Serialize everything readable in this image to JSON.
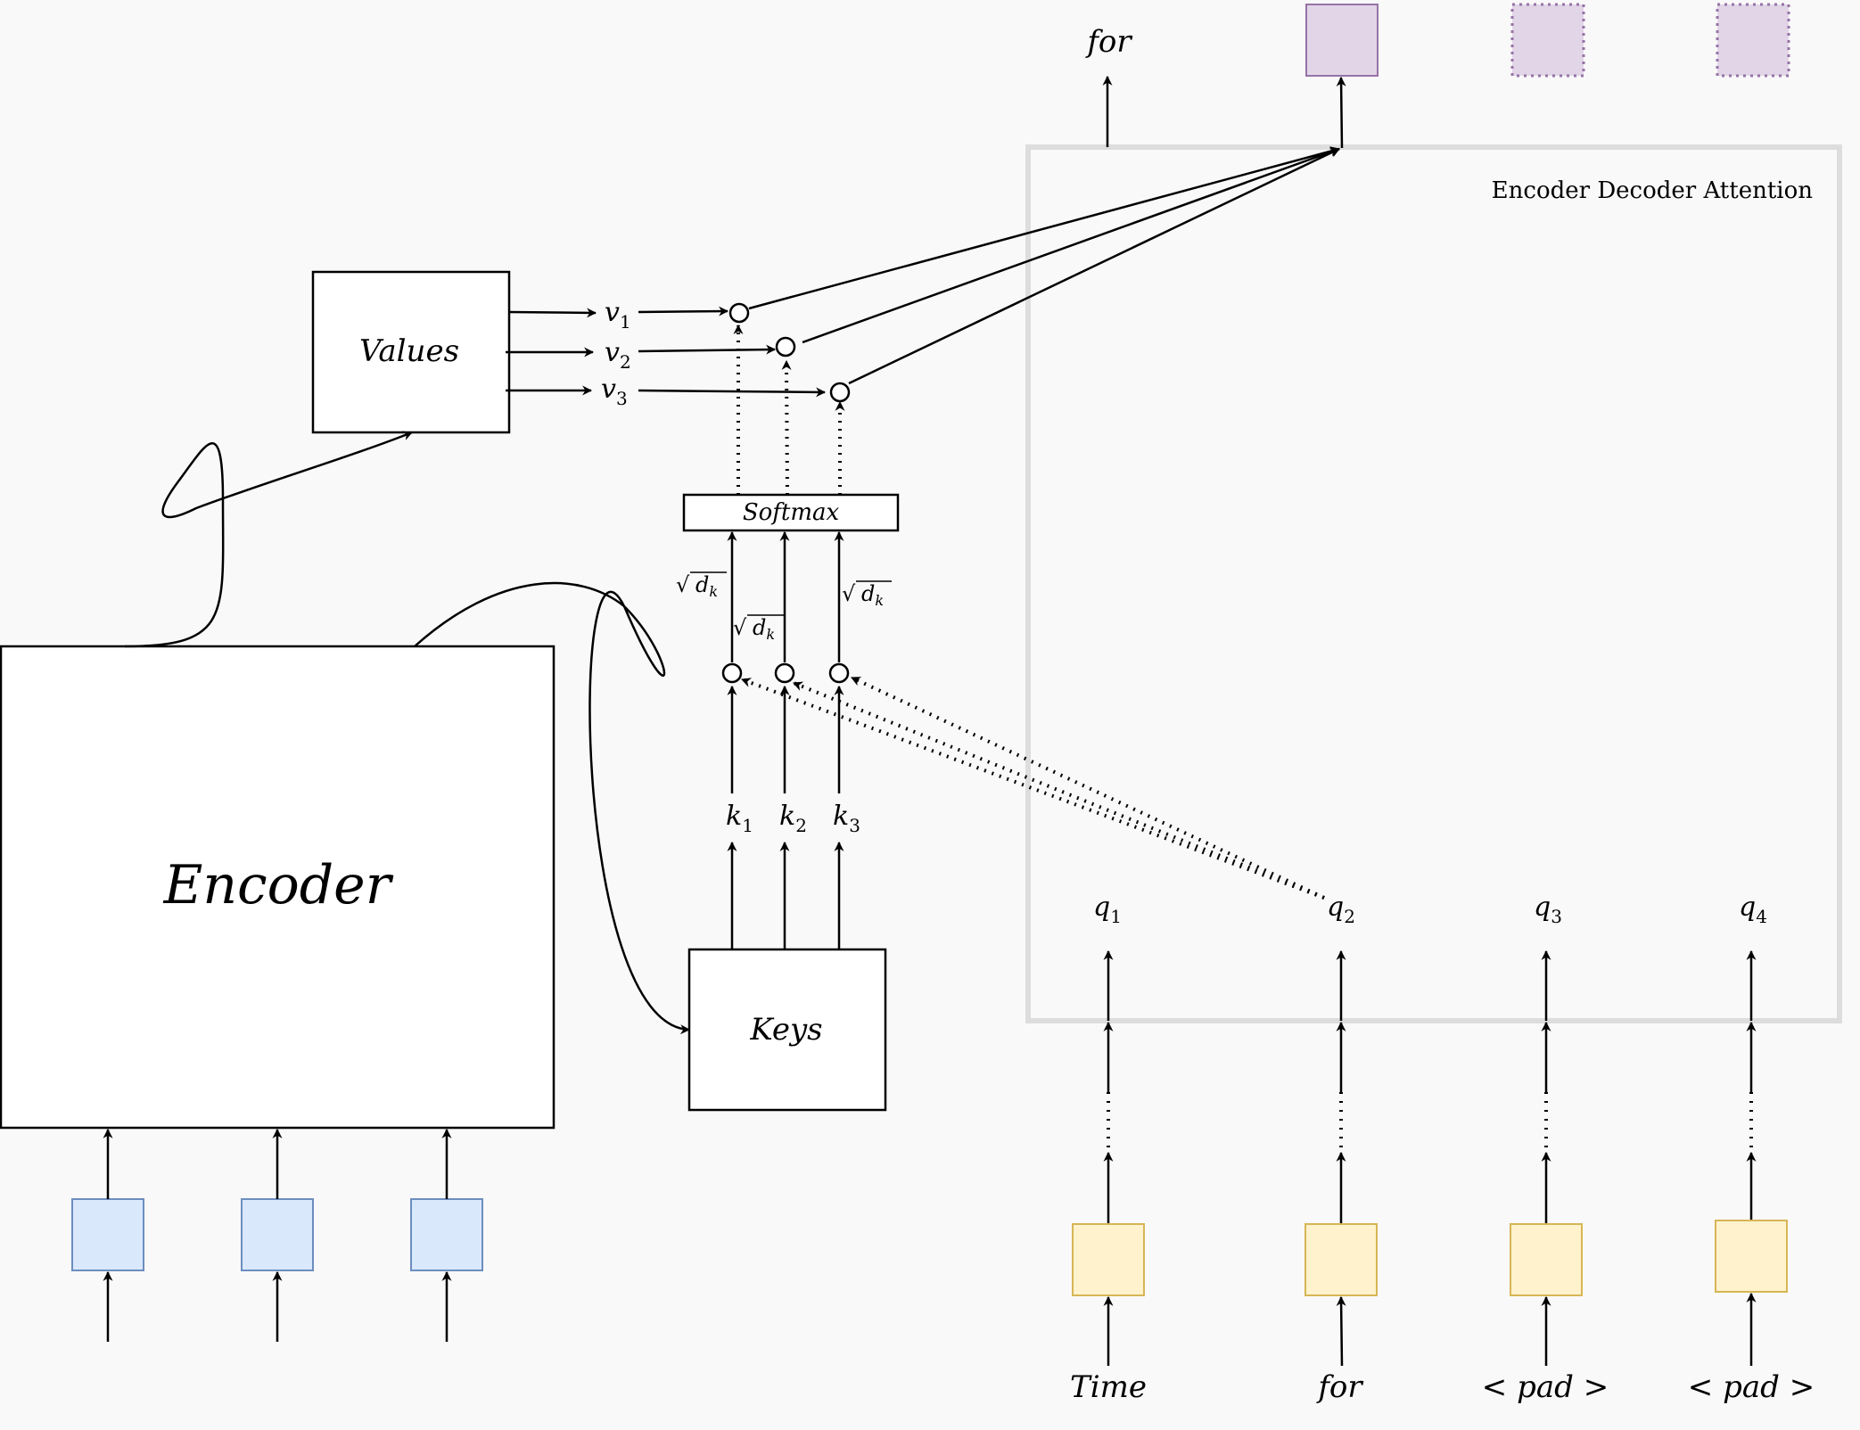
{
  "encoder": {
    "label": "Encoder"
  },
  "values_box": {
    "label": "Values"
  },
  "keys_box": {
    "label": "Keys"
  },
  "softmax": {
    "label": "Softmax"
  },
  "attention_panel": {
    "title": "Encoder Decoder Attention"
  },
  "value_vectors": [
    {
      "base": "v",
      "sub": "1"
    },
    {
      "base": "v",
      "sub": "2"
    },
    {
      "base": "v",
      "sub": "3"
    }
  ],
  "key_vectors": [
    {
      "base": "k",
      "sub": "1"
    },
    {
      "base": "k",
      "sub": "2"
    },
    {
      "base": "k",
      "sub": "3"
    }
  ],
  "queries": [
    {
      "base": "q",
      "sub": "1"
    },
    {
      "base": "q",
      "sub": "2"
    },
    {
      "base": "q",
      "sub": "3"
    },
    {
      "base": "q",
      "sub": "4"
    }
  ],
  "scale_labels": [
    {
      "root": "√",
      "base": "d",
      "sub": "k"
    },
    {
      "root": "√",
      "base": "d",
      "sub": "k"
    },
    {
      "root": "√",
      "base": "d",
      "sub": "k"
    }
  ],
  "decoder_inputs": [
    "Time",
    "for",
    "< pad >",
    "< pad >"
  ],
  "output_word": "for",
  "colors": {
    "encoder_token_fill": "#dae8fc",
    "encoder_token_stroke": "#6c8ebf",
    "decoder_token_fill": "#fff2cc",
    "decoder_token_stroke": "#d6b656",
    "output_fill": "#e1d5e7",
    "output_stroke": "#9673a6",
    "panel_stroke": "#dddddd"
  }
}
